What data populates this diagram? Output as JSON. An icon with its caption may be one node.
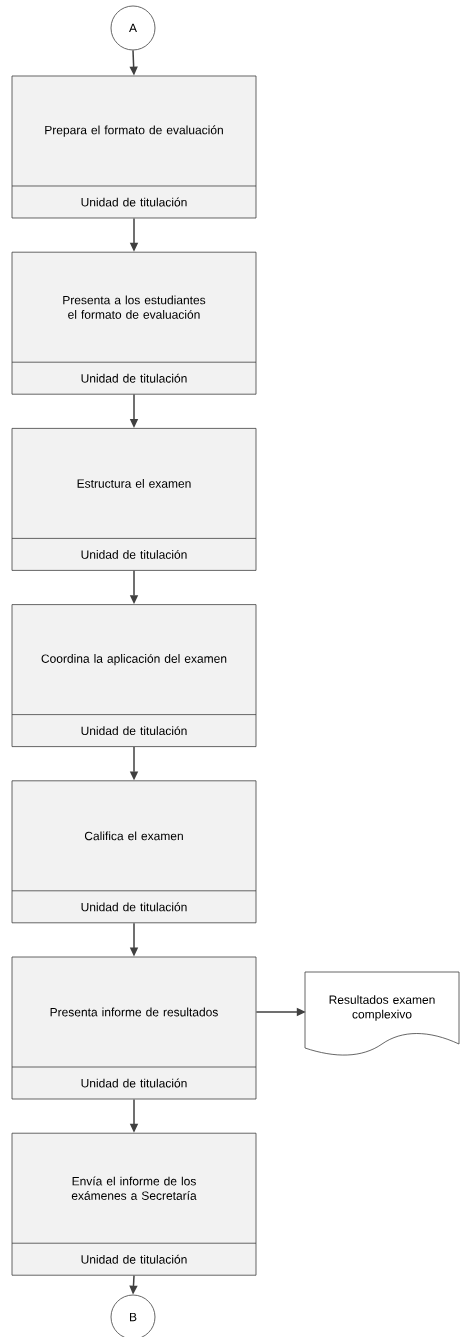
{
  "diagram": {
    "nodes": [
      {
        "text": [
          "A"
        ]
      },
      {
        "text": [
          "Prepara el formato de evaluación",
          "Unidad de titulación"
        ]
      },
      {
        "text": [
          "Presenta a los estudiantes el formato de evaluación",
          "Unidad de titulación"
        ]
      },
      {
        "text": [
          "Estructura el examen",
          "Unidad de titulación"
        ]
      },
      {
        "text": [
          "Coordina la aplicación del examen",
          "Unidad de titulación"
        ]
      },
      {
        "text": [
          "Califica el examen",
          "Unidad de titulación"
        ]
      },
      {
        "text": [
          "Presenta informe de resultados",
          "Unidad de titulación"
        ]
      },
      {
        "text": [
          "Resultados examen complexivo"
        ]
      },
      {
        "text": [
          "Envía el informe de los exámenes a Secretaría",
          "Unidad de titulación"
        ]
      },
      {
        "text": [
          "B"
        ]
      }
    ],
    "edges": [
      {
        "from": 0,
        "to": 1,
        "arrow": "to"
      },
      {
        "from": 1,
        "to": 2,
        "arrow": "to"
      },
      {
        "from": 2,
        "to": 3,
        "arrow": "to"
      },
      {
        "from": 3,
        "to": 4,
        "arrow": "to"
      },
      {
        "from": 4,
        "to": 5,
        "arrow": "to"
      },
      {
        "from": 5,
        "to": 6,
        "arrow": "to"
      },
      {
        "from": 6,
        "to": 7,
        "arrow": "to"
      },
      {
        "from": 6,
        "to": 8,
        "arrow": "to"
      },
      {
        "from": 8,
        "to": 9,
        "arrow": "to"
      }
    ]
  }
}
